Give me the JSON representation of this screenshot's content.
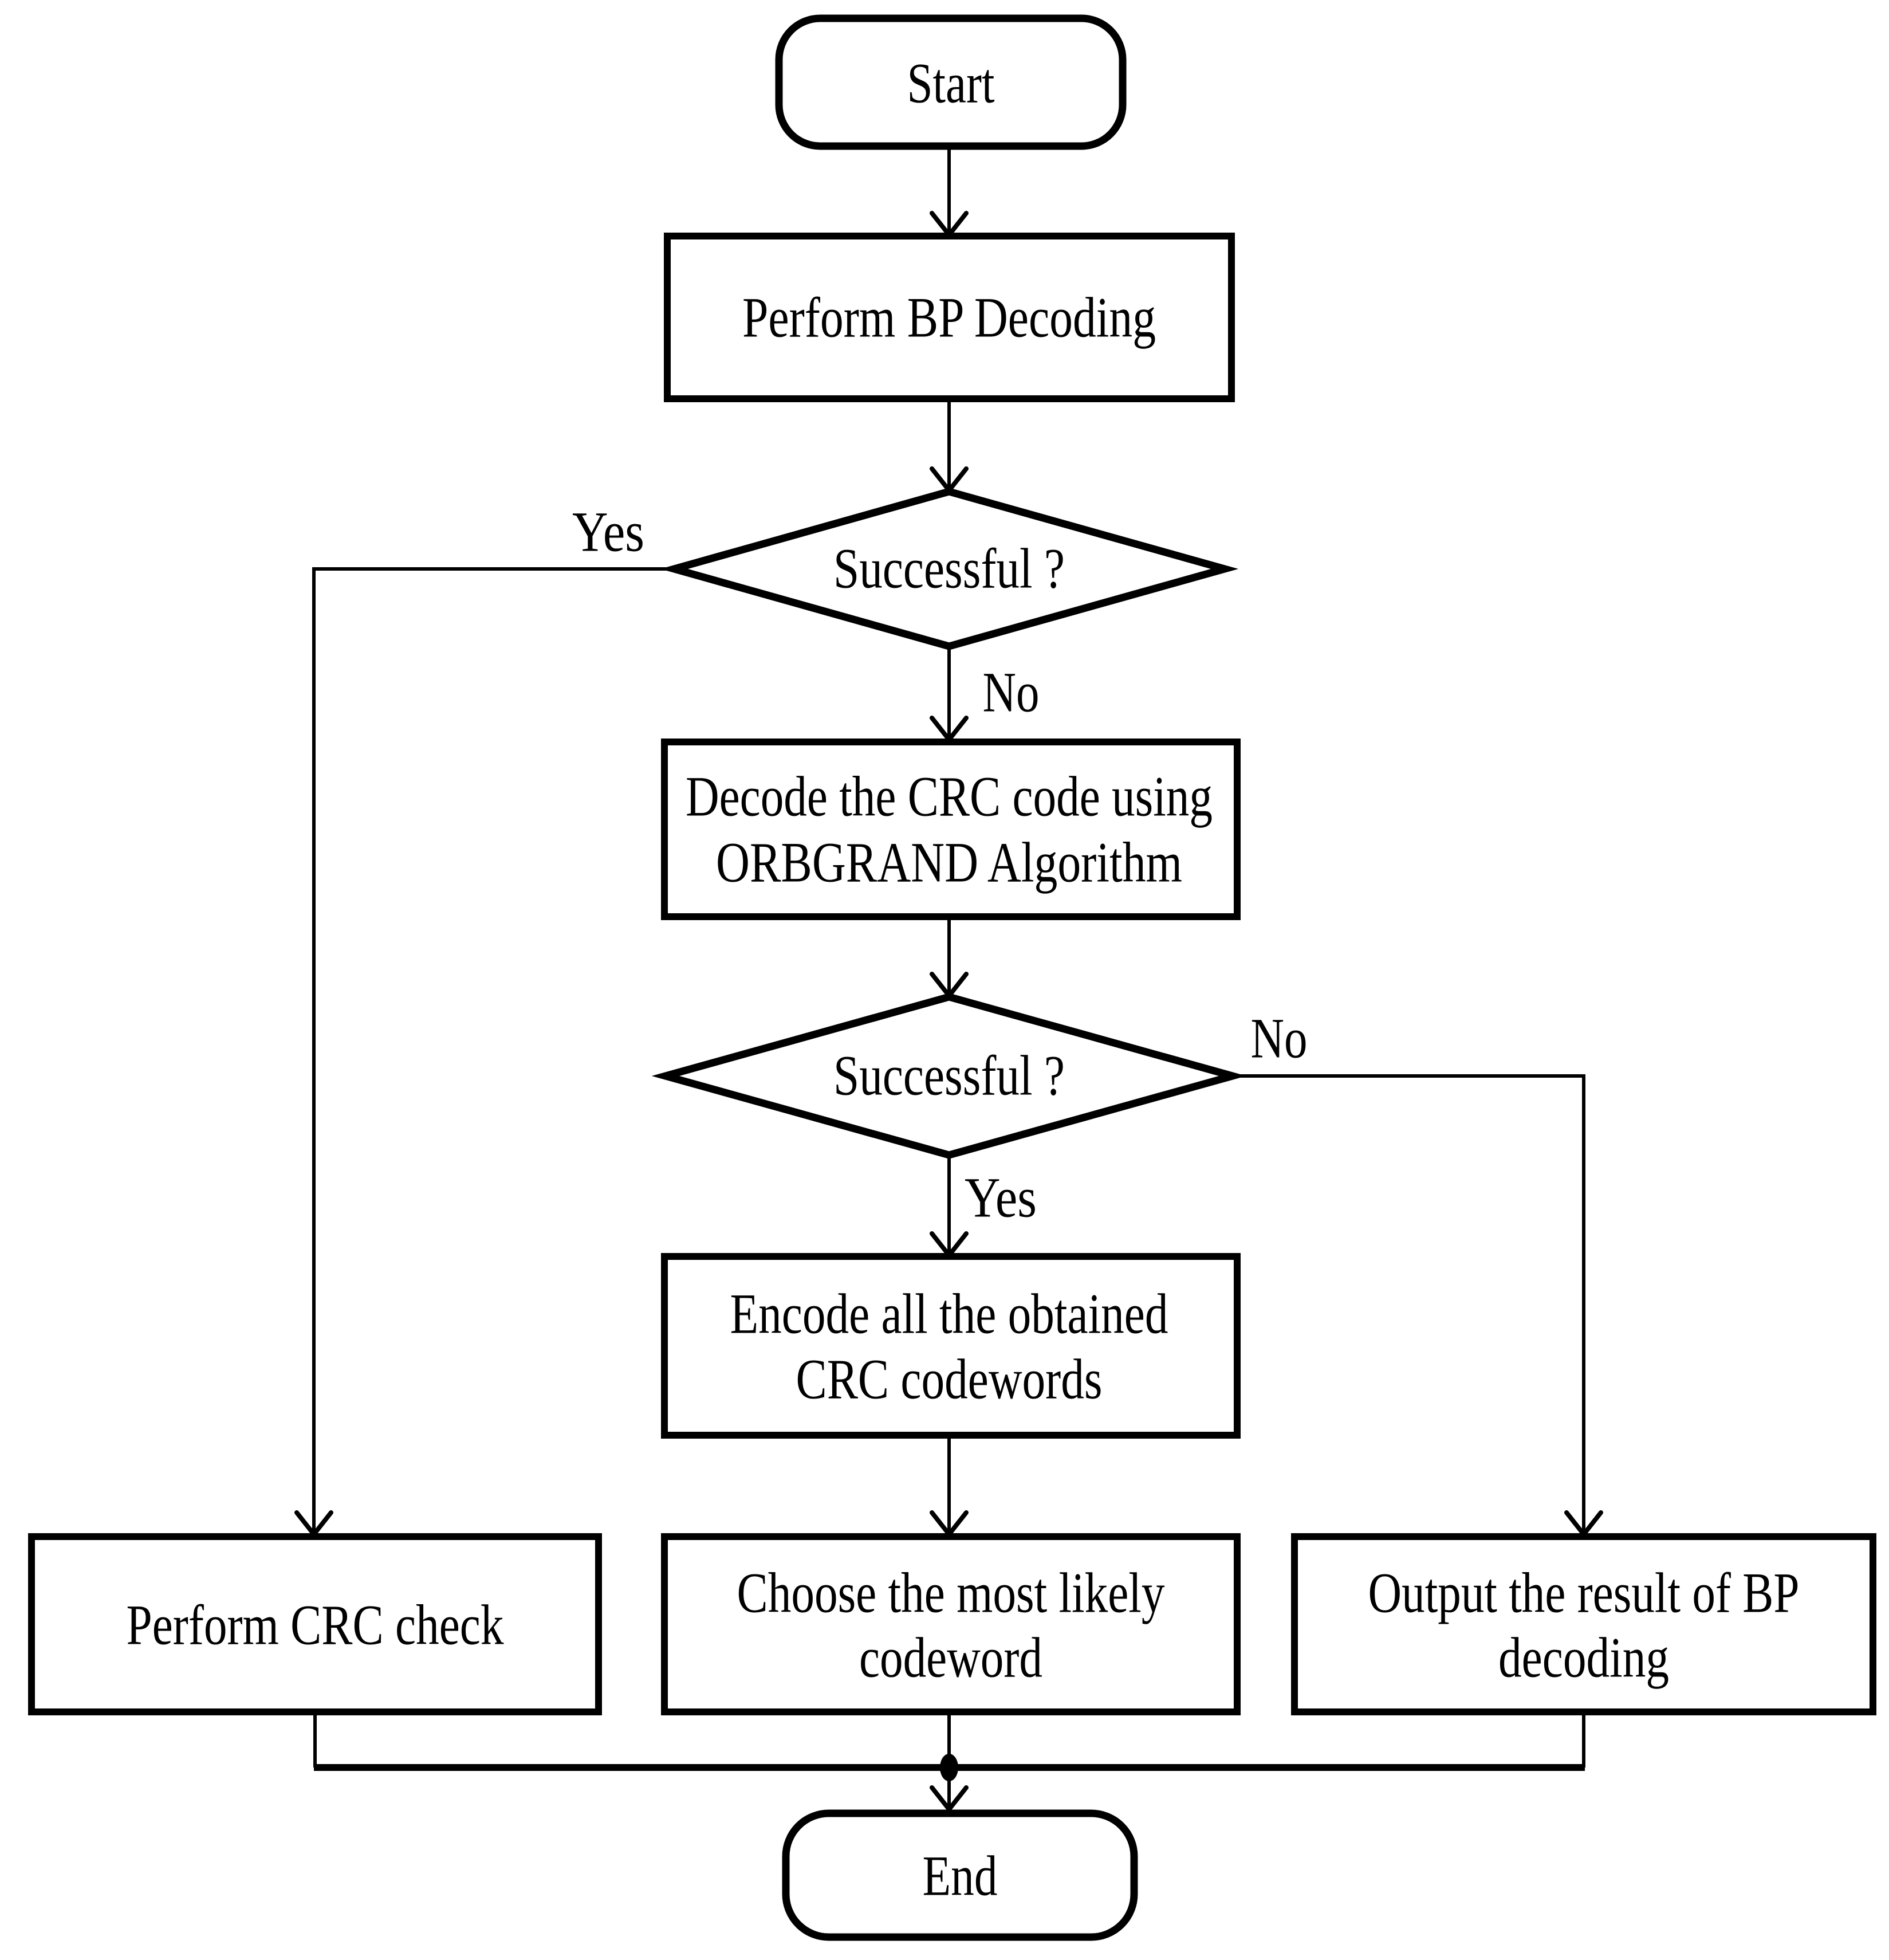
{
  "nodes": {
    "start": {
      "label": "Start"
    },
    "perform_bp": {
      "label": "Perform BP Decoding"
    },
    "decision_bp": {
      "label": "Successful ?"
    },
    "decode_crc": {
      "line1": "Decode the CRC code using",
      "line2": "ORBGRAND Algorithm"
    },
    "decision_orbgrand": {
      "label": "Successful ?"
    },
    "encode_crc": {
      "line1": "Encode all the obtained",
      "line2": "CRC codewords"
    },
    "perform_crc_check": {
      "label": "Perform CRC check"
    },
    "choose_codeword": {
      "line1": "Choose the most likely",
      "line2": "codeword"
    },
    "output_bp": {
      "line1": "Output the result of BP",
      "line2": "decoding"
    },
    "end": {
      "label": "End"
    }
  },
  "edge_labels": {
    "decision_bp_yes": "Yes",
    "decision_bp_no": "No",
    "decision_orbgrand_no": "No",
    "decision_orbgrand_yes": "Yes"
  },
  "colors": {
    "background": "#ffffff",
    "stroke": "#000000",
    "text": "#000000"
  }
}
